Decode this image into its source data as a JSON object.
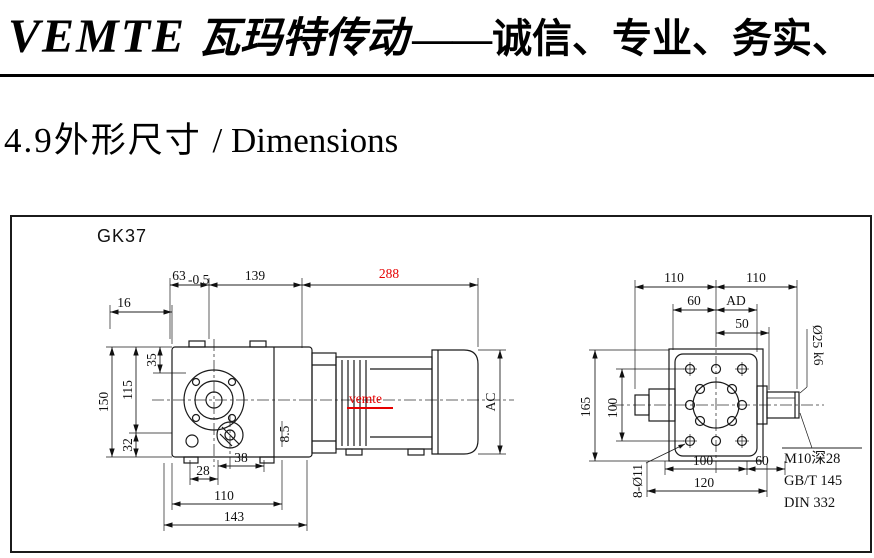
{
  "header": {
    "brand": "VEMTE",
    "brand_cn": "瓦玛特传动",
    "slogan": "——诚信、专业、务实、"
  },
  "section": {
    "title_cn": "4.9外形尺寸",
    "title_en": "/ Dimensions"
  },
  "drawing": {
    "model": "GK37",
    "watermark": "vemte",
    "highlight_color": "#e60000",
    "side_view": {
      "dim_63": "63",
      "dim_63_tol": "-0.5",
      "dim_139": "139",
      "dim_288": "288",
      "dim_16": "16",
      "dim_35": "35",
      "dim_115": "115",
      "dim_150": "150",
      "dim_32": "32",
      "dim_38": "38",
      "dim_28": "28",
      "dim_110": "110",
      "dim_143": "143",
      "dim_8_5": "8.5",
      "dim_AC": "AC"
    },
    "front_view": {
      "dim_110_left": "110",
      "dim_110_right": "110",
      "dim_60_top": "60",
      "dim_AD": "AD",
      "dim_50": "50",
      "shaft_dia": "Ø25",
      "shaft_tol": "k6",
      "dim_165": "165",
      "dim_100_left": "100",
      "holes_label": "8-Ø11",
      "dim_100_bottom": "100",
      "dim_60_bottom": "60",
      "dim_120": "120",
      "note_tap": "M10深28",
      "note_gb": "GB/T 145",
      "note_din": "DIN 332"
    }
  }
}
